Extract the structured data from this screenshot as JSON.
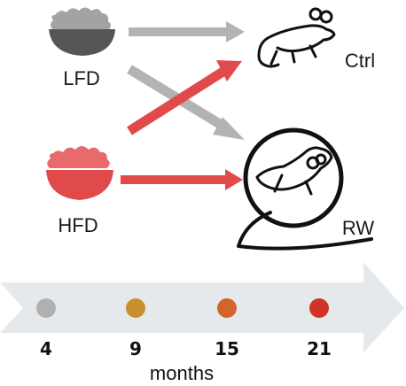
{
  "diets": {
    "lfd": {
      "label": "LFD",
      "color": "#9b9b9b"
    },
    "hfd": {
      "label": "HFD",
      "color": "#e14a4a"
    }
  },
  "groups": {
    "ctrl": {
      "label": "Ctrl"
    },
    "rw": {
      "label": "RW"
    }
  },
  "arrows": [
    {
      "from": "LFD",
      "to": "Ctrl",
      "color": "#b3b3b3"
    },
    {
      "from": "LFD",
      "to": "RW",
      "color": "#b3b3b3"
    },
    {
      "from": "HFD",
      "to": "Ctrl",
      "color": "#e14a4a"
    },
    {
      "from": "HFD",
      "to": "RW",
      "color": "#e14a4a"
    }
  ],
  "timeline": {
    "unit_label": "months",
    "arrow_color": "#e6e9eb",
    "points": [
      {
        "label": "4",
        "color": "#b0b0b0"
      },
      {
        "label": "9",
        "color": "#c8902e"
      },
      {
        "label": "15",
        "color": "#d2652a"
      },
      {
        "label": "21",
        "color": "#cf3426"
      }
    ]
  }
}
